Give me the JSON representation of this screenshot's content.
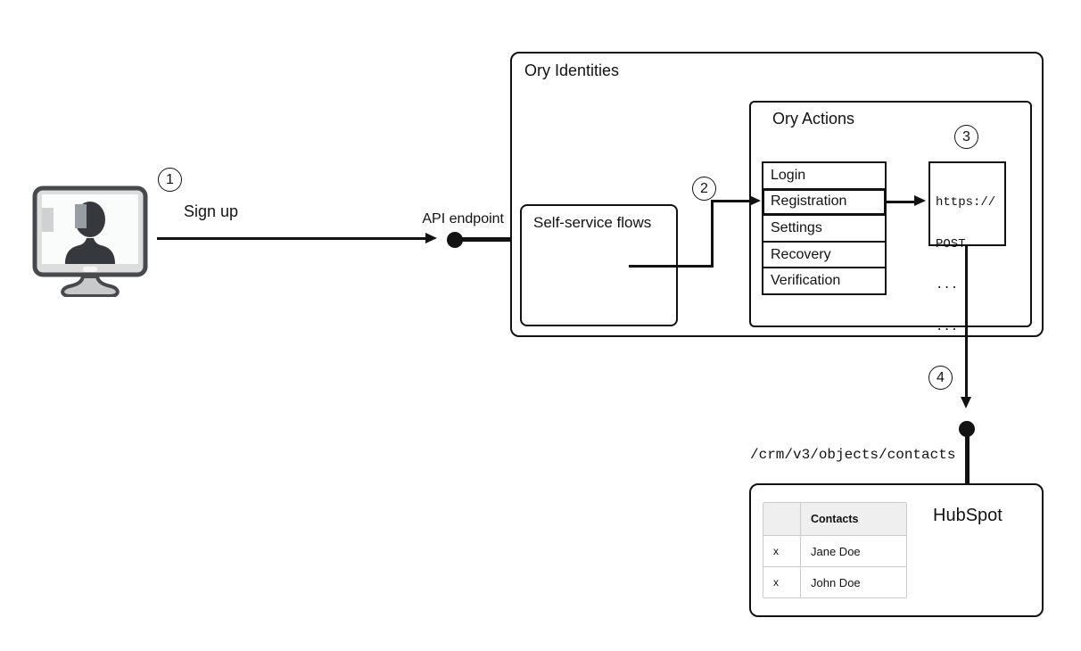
{
  "diagram": {
    "background_color": "#ffffff",
    "stroke_color": "#121212",
    "steps": [
      "1",
      "2",
      "3",
      "4"
    ],
    "signup": {
      "label": "Sign up"
    },
    "api_endpoint": {
      "label": "API endpoint"
    },
    "ory_identities": {
      "title": "Ory Identities"
    },
    "self_service": {
      "title": "Self-service flows"
    },
    "ory_actions": {
      "title": "Ory Actions",
      "flows": [
        "Login",
        "Registration",
        "Settings",
        "Recovery",
        "Verification"
      ],
      "active_flow": "Registration"
    },
    "webhook": {
      "code_lines": [
        "https://",
        "POST",
        "...",
        "..."
      ]
    },
    "crm_endpoint": {
      "label": "/crm/v3/objects/contacts"
    },
    "hubspot": {
      "title": "HubSpot",
      "table": {
        "header": "Contacts",
        "rows": [
          {
            "mark": "x",
            "name": "Jane Doe"
          },
          {
            "mark": "x",
            "name": "John Doe"
          }
        ],
        "border_color": "#cbcbcb",
        "header_bg_color": "#efefef"
      }
    }
  }
}
